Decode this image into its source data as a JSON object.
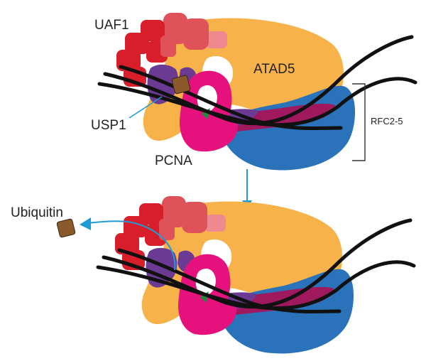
{
  "labels": {
    "uaf1": "UAF1",
    "atad5": "ATAD5",
    "usp1": "USP1",
    "pcna": "PCNA",
    "rfc": "RFC2-5",
    "ubiquitin": "Ubiquitin"
  },
  "colors": {
    "atad5": "#F7B24A",
    "rfc": "#2A73BA",
    "pcna": "#E5127D",
    "usp1": "#6B3A92",
    "uaf1_dark": "#D81E2A",
    "uaf1_mid": "#E0525A",
    "uaf1_light": "#EE8A8F",
    "ubiquitin": "#8B5A2B",
    "dna": "#111111",
    "arrow": "#1E9BD7",
    "wedge": "#A0185E",
    "green": "#1E8A3C"
  }
}
